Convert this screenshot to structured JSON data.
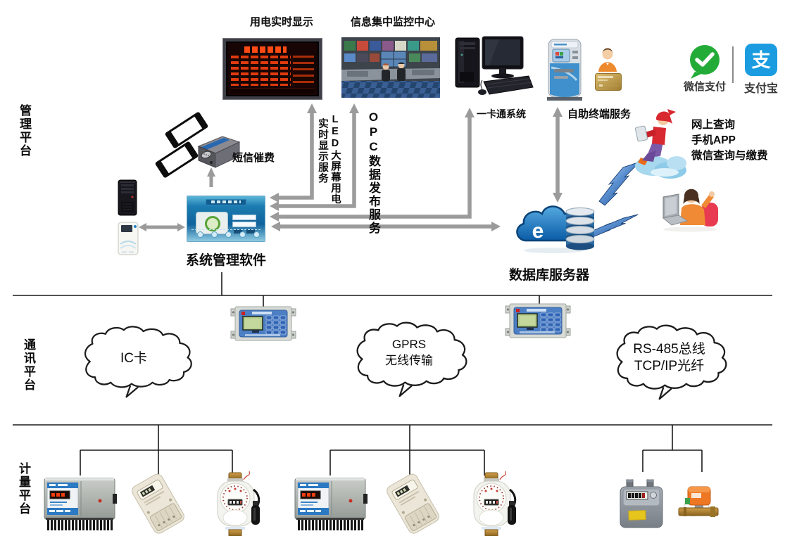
{
  "diagram": {
    "platform_labels": {
      "management": "管理平台",
      "communication": "通讯平台",
      "metering": "计量平台"
    },
    "management": {
      "led_board_label": "用电实时显示",
      "monitoring_label": "信息集中监控中心",
      "card_system_label": "一卡通系统",
      "kiosk_label": "自助终端服务",
      "sms_label": "短信催费",
      "software_label": "系统管理软件",
      "database_label": "数据库服务器",
      "database_letter": "e",
      "led_service_col_right": "LED大屏幕用电",
      "led_service_col_left": "实时显示服务",
      "opc_service": "OPC数据发布服务",
      "wechat_pay": "微信支付",
      "alipay": "支付宝",
      "alipay_glyph": "支",
      "online_services": [
        "网上查询",
        "手机APP",
        "微信查询与缴费"
      ]
    },
    "communication": {
      "cloud_ic": "IC卡",
      "cloud_gprs_line1": "GPRS",
      "cloud_gprs_line2": "无线传输",
      "cloud_rs_line1": "RS-485总线",
      "cloud_rs_line2": "TCP/IP光纤"
    },
    "colors": {
      "arrow_gray": "#9b9b9b",
      "line_black": "#1a1a1a",
      "wechat_green": "#23ab38",
      "alipay_blue": "#1b9ce0",
      "led_red": "#e03a0e",
      "cloud_blue": "#2e7fc0"
    }
  }
}
